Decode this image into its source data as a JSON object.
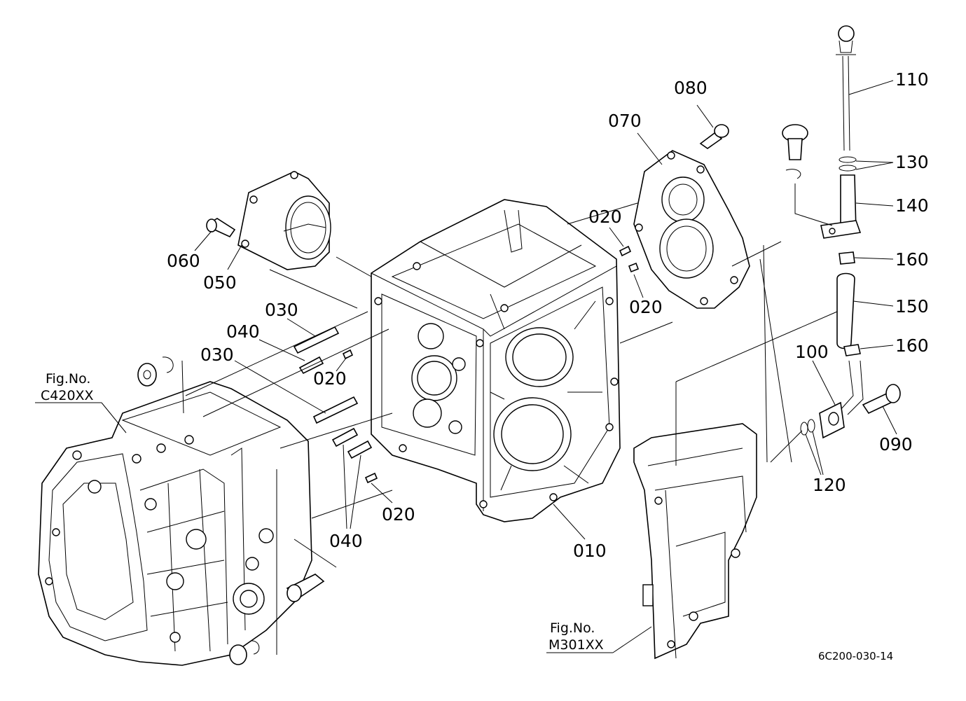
{
  "labels": {
    "p010": "010",
    "p020a": "020",
    "p020b": "020",
    "p020c": "020",
    "p020d": "020",
    "p030a": "030",
    "p030b": "030",
    "p040a": "040",
    "p040b": "040",
    "p050": "050",
    "p060": "060",
    "p070": "070",
    "p080": "080",
    "p090": "090",
    "p100": "100",
    "p110": "110",
    "p120": "120",
    "p130": "130",
    "p140": "140",
    "p150": "150",
    "p160a": "160",
    "p160b": "160"
  },
  "fig_refs": {
    "left_caption": "Fig.No.",
    "left_code": "C420XX",
    "right_caption": "Fig.No.",
    "right_code": "M301XX"
  },
  "drawing_code": "6C200-030-14",
  "colors": {
    "line": "#000000",
    "background": "#ffffff"
  }
}
